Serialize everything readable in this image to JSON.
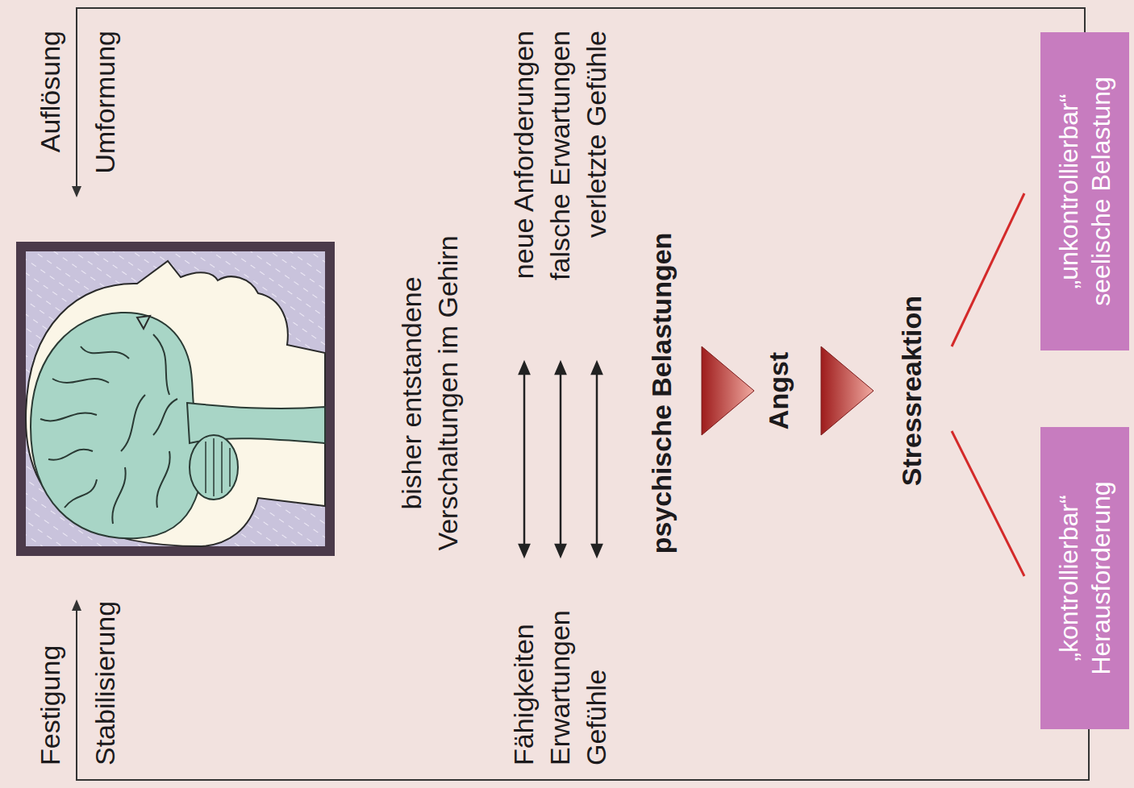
{
  "diagram": {
    "nodes": [
      {
        "text": [
          "„kontrollierbar“",
          "Herausforderung"
        ]
      },
      {
        "text": [
          "„unkontrollierbar“",
          "seelische Belastung"
        ]
      }
    ],
    "labels": [
      "Festigung",
      "Stabilisierung",
      "Auflösung",
      "Umformung",
      "bisher entstandene Verschaltungen im Gehirn",
      "Fähigkeiten",
      "Erwartungen",
      "Gefühle",
      "neue Anforderungen",
      "falsche Erwartungen",
      "verletzte Gefühle",
      "psychische Belastungen",
      "Angst",
      "Stressreaktion"
    ]
  }
}
